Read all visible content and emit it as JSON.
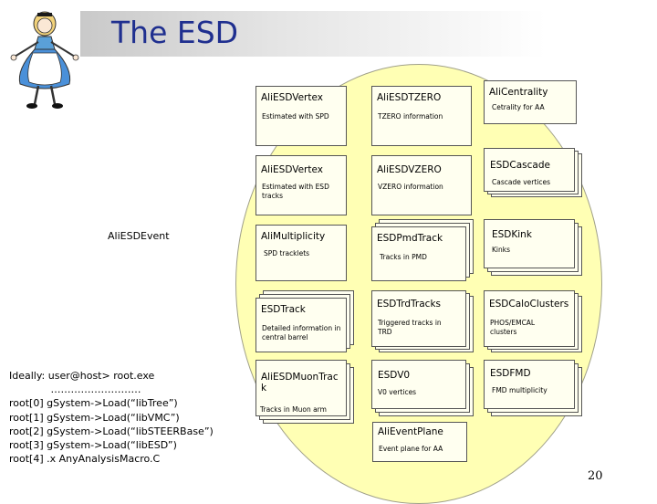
{
  "slide": {
    "title": "The ESD",
    "page_number": "20",
    "event_label": "AliESDEvent",
    "code_lines": [
      "Ideally: user@host> root.exe",
      "             ………………………",
      "root[0] gSystem->Load(“libTree”)",
      "root[1] gSystem->Load(“libVMC”)",
      "root[2] gSystem->Load(“libSTEERBase”)",
      "root[3] gSystem->Load(“libESD”)",
      "root[4] .x AnyAnalysisMacro.C"
    ]
  },
  "boxes": {
    "vertex_spd": {
      "title": "AliESDVertex",
      "desc": "Estimated with SPD"
    },
    "tzero": {
      "title": "AliESDTZERO",
      "desc": "TZERO information"
    },
    "centrality": {
      "title": "AliCentrality",
      "desc": "Cetrality for AA"
    },
    "vertex_tracks": {
      "title": "AliESDVertex",
      "desc": "Estimated with ESD tracks"
    },
    "vzero": {
      "title": "AliESDVZERO",
      "desc": "VZERO information"
    },
    "cascade": {
      "title": "ESDCascade",
      "desc": "Cascade vertices"
    },
    "multiplicity": {
      "title": "AliMultiplicity",
      "desc": "SPD tracklets"
    },
    "pmd": {
      "title": "ESDPmdTrack",
      "desc": "Tracks in PMD"
    },
    "kink": {
      "title": "ESDKink",
      "desc": "Kinks"
    },
    "track": {
      "title": "ESDTrack",
      "desc": "Detailed information in central barrel"
    },
    "trd": {
      "title": "ESDTrdTracks",
      "desc": "Triggered tracks in TRD"
    },
    "calo": {
      "title": "ESDCaloClusters",
      "desc": "PHOS/EMCAL clusters"
    },
    "muon": {
      "title": "AliESDMuonTrack",
      "desc": "Tracks in Muon arm"
    },
    "v0": {
      "title": "ESDV0",
      "desc": "V0 vertices"
    },
    "fmd": {
      "title": "ESDFMD",
      "desc": "FMD multiplicity"
    },
    "eventplane": {
      "title": "AliEventPlane",
      "desc": "Event plane for AA"
    }
  }
}
